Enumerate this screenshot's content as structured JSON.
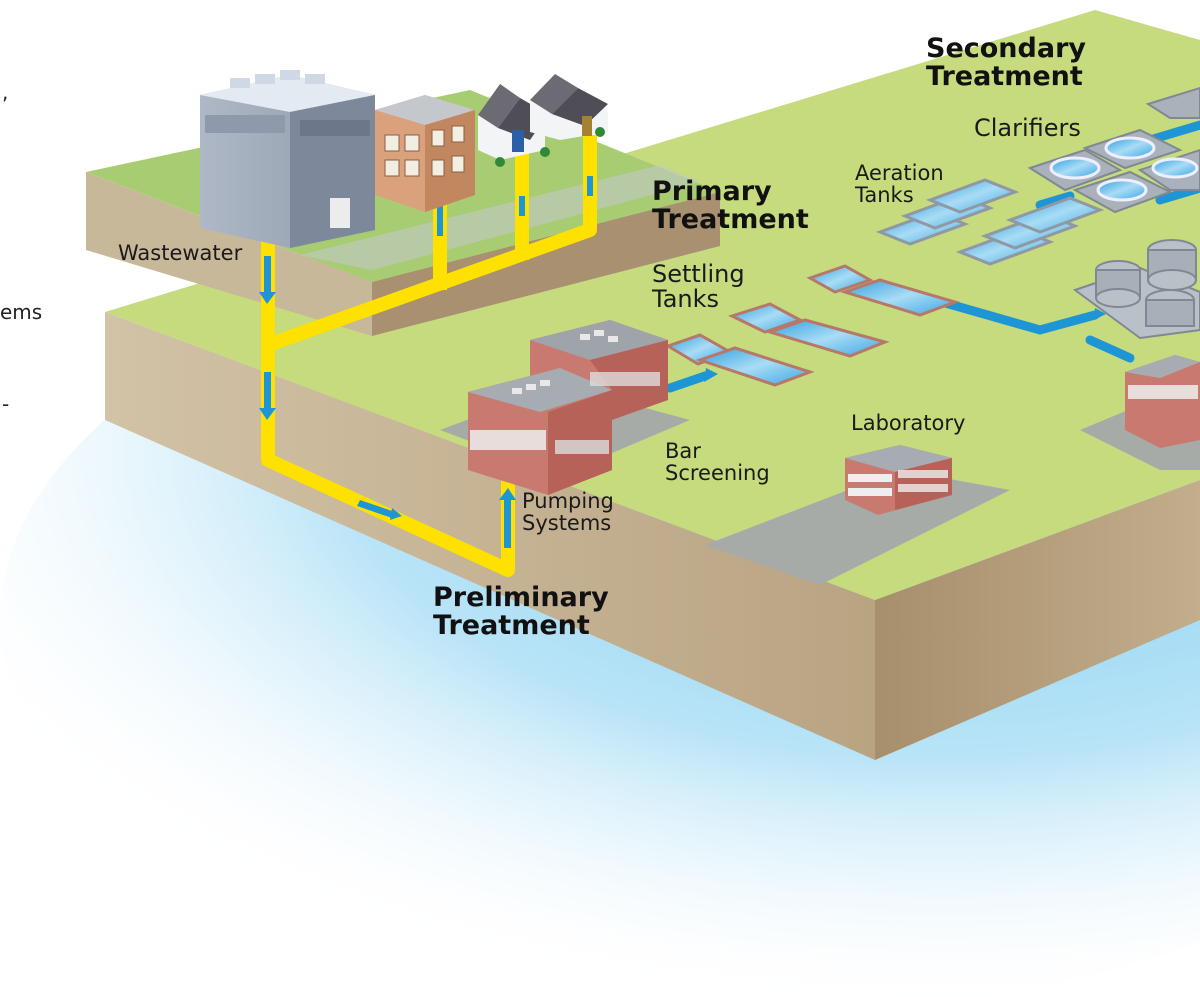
{
  "labels": {
    "wastewater": "Wastewater",
    "primary_treatment": [
      "Primary",
      "Treatment"
    ],
    "settling_tanks": [
      "Settling",
      "Tanks"
    ],
    "secondary_treatment": [
      "Secondary",
      "Treatment"
    ],
    "clarifiers": "Clarifiers",
    "aeration_tanks": [
      "Aeration",
      "Tanks"
    ],
    "laboratory": "Laboratory",
    "bar_screening": [
      "Bar",
      "Screening"
    ],
    "pumping_systems": [
      "Pumping",
      "Systems"
    ],
    "preliminary_treatment": [
      "Preliminary",
      "Treatment"
    ]
  },
  "left_edge_fragments": [
    ",",
    "ems",
    "-"
  ],
  "colors": {
    "ground_top": "#c5db7e",
    "ground_side": "#bda888",
    "pipe": "#ffe100",
    "flow_arrow": "#1e96d6",
    "water_glow": "#8fd3f2",
    "building_brick": "#c97a70"
  }
}
